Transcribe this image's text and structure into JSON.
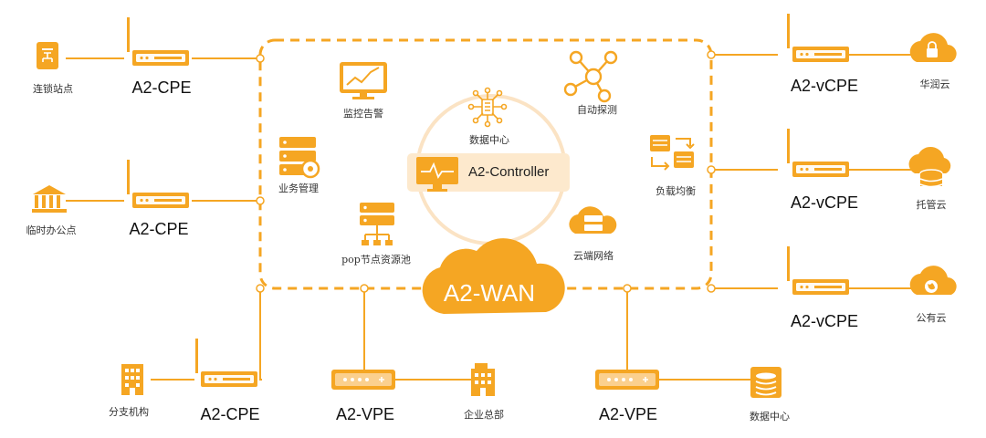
{
  "colors": {
    "accent": "#F5A623",
    "accent_light": "#FDE9CD",
    "text": "#333333"
  },
  "core": {
    "wan_label": "A2-WAN",
    "controller_label": "A2-Controller",
    "data_center_label": "数据中心",
    "features": {
      "monitoring": "监控告警",
      "auto_detect": "自动探测",
      "service_mgmt": "业务管理",
      "load_balance": "负载均衡",
      "pop_pool": "pop节点资源池",
      "cloud_network": "云端网络"
    }
  },
  "left": [
    {
      "site": "连锁站点",
      "device": "A2-CPE",
      "site_icon": "chain-store-icon"
    },
    {
      "site": "临时办公点",
      "device": "A2-CPE",
      "site_icon": "bank-building-icon"
    },
    {
      "site": "分支机构",
      "device": "A2-CPE",
      "site_icon": "office-tower-icon"
    }
  ],
  "bottom": [
    {
      "site": "企业总部",
      "device": "A2-VPE",
      "site_icon": "headquarters-icon"
    },
    {
      "site": "数据中心",
      "device": "A2-VPE",
      "site_icon": "database-icon"
    }
  ],
  "right": [
    {
      "site": "华润云",
      "device": "A2-vCPE",
      "site_icon": "lock-cloud-icon"
    },
    {
      "site": "托管云",
      "device": "A2-vCPE",
      "site_icon": "cloud-storage-icon"
    },
    {
      "site": "公有云",
      "device": "A2-vCPE",
      "site_icon": "globe-cloud-icon"
    }
  ]
}
